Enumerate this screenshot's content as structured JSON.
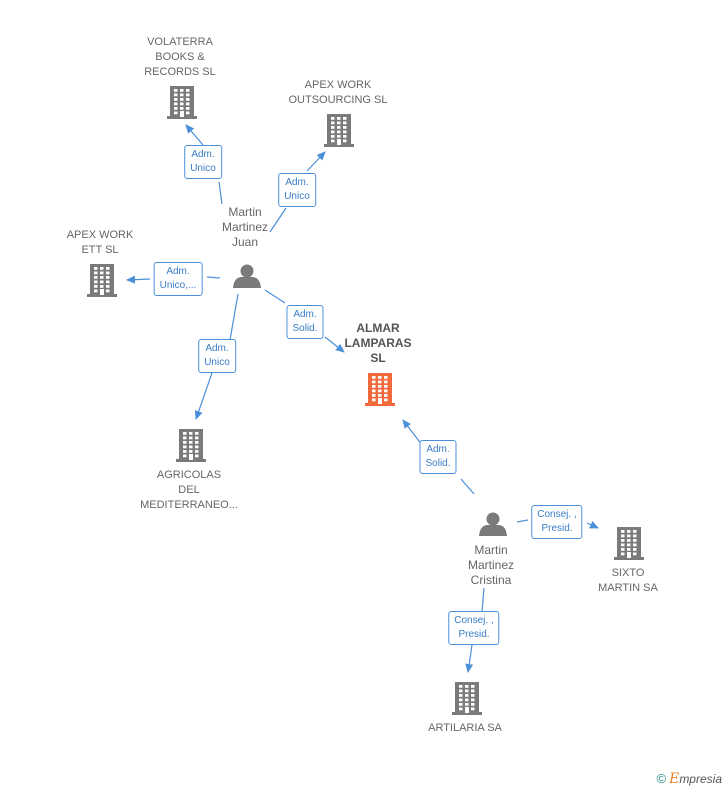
{
  "colors": {
    "node_gray": "#7a7a7a",
    "node_highlight": "#f26a3c",
    "edge_blue": "#4a90d9",
    "label_gray": "#666666"
  },
  "companies": [
    {
      "id": "volaterra",
      "label": "VOLATERRA\nBOOKS &\nRECORDS  SL",
      "icon": "building-icon"
    },
    {
      "id": "apex-outsourcing",
      "label": "APEX WORK\nOUTSOURCING SL",
      "icon": "building-icon"
    },
    {
      "id": "apex-ett",
      "label": "APEX WORK\nETT SL",
      "icon": "building-icon"
    },
    {
      "id": "almar",
      "label": "ALMAR\nLAMPARAS\nSL",
      "icon": "building-icon",
      "highlight": true
    },
    {
      "id": "agricolas",
      "label": "AGRICOLAS\nDEL\nMEDITERRANEO...",
      "icon": "building-icon"
    },
    {
      "id": "sixto",
      "label": "SIXTO\nMARTIN SA",
      "icon": "building-icon"
    },
    {
      "id": "artilaria",
      "label": "ARTILARIA SA",
      "icon": "building-icon"
    }
  ],
  "persons": [
    {
      "id": "juan",
      "label": "Martin\nMartinez\nJuan",
      "icon": "person-icon"
    },
    {
      "id": "cristina",
      "label": "Martin\nMartinez\nCristina",
      "icon": "person-icon"
    }
  ],
  "relations": [
    {
      "id": "juan-volaterra",
      "label": "Adm.\nUnico"
    },
    {
      "id": "juan-apex-outsourcing",
      "label": "Adm.\nUnico"
    },
    {
      "id": "juan-apex-ett",
      "label": "Adm.\nUnico,..."
    },
    {
      "id": "juan-almar",
      "label": "Adm.\nSolid."
    },
    {
      "id": "juan-agricolas",
      "label": "Adm.\nUnico"
    },
    {
      "id": "cristina-almar",
      "label": "Adm.\nSolid."
    },
    {
      "id": "cristina-sixto",
      "label": "Consej. ,\nPresid."
    },
    {
      "id": "cristina-artilaria",
      "label": "Consej. ,\nPresid."
    }
  ],
  "footer": {
    "copyright": "©",
    "brand_initial": "E",
    "brand_rest": "mpresia"
  }
}
